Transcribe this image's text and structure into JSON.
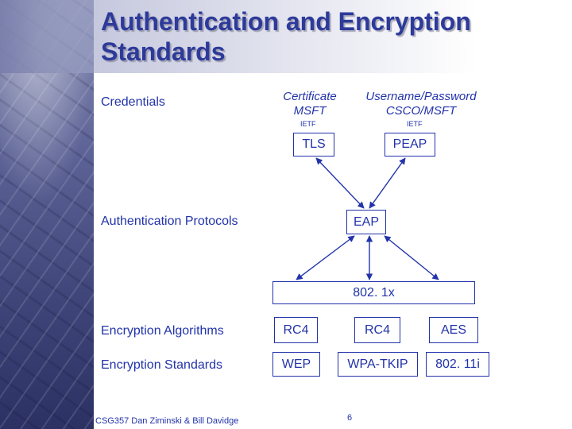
{
  "slide": {
    "title_line1": "Authentication and Encryption",
    "title_line2": "Standards",
    "labels": {
      "credentials": "Credentials",
      "auth_protocols": "Authentication Protocols",
      "enc_algorithms": "Encryption Algorithms",
      "enc_standards": "Encryption Standards"
    },
    "credentials": {
      "cert": "Certificate",
      "cert_vendor": "MSFT",
      "cert_org": "IETF",
      "userpass": "Username/Password",
      "userpass_vendor": "CSCO/MSFT",
      "userpass_org": "IETF"
    },
    "protocols": {
      "tls": "TLS",
      "peap": "PEAP",
      "eap": "EAP",
      "dot1x": "802. 1x"
    },
    "algorithms": [
      "RC4",
      "RC4",
      "AES"
    ],
    "standards": [
      "WEP",
      "WPA-TKIP",
      "802. 11i"
    ],
    "footer": {
      "credit": "CSG357 Dan Ziminski & Bill Davidge",
      "page": "6"
    },
    "colors": {
      "title": "#2d3a9a",
      "text": "#2233aa"
    }
  }
}
